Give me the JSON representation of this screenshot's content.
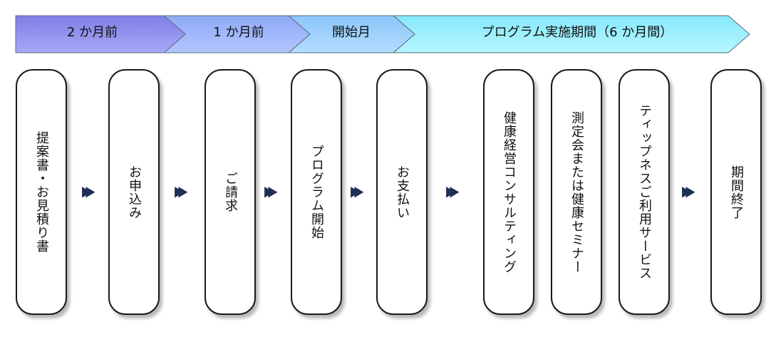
{
  "phases": [
    "2 か月前",
    "1 か月前",
    "開始月",
    "プログラム実施期間（6 か月間）"
  ],
  "steps": [
    "提案書・お見積り書",
    "お申込み",
    "ご請求",
    "プログラム開始",
    "お支払い",
    "健康経営コンサルティング",
    "測定会または健康セミナー",
    "ティップネスご利用サービス",
    "期間終了"
  ],
  "icons": {
    "step_arrow": "double-chevron-right-icon"
  },
  "colors": {
    "phase_1": "#8f8fef",
    "phase_2": "#9fb7fb",
    "phase_3": "#9ed2fd",
    "phase_4": "#9cf0fe",
    "chevron": "#1f2f57"
  }
}
